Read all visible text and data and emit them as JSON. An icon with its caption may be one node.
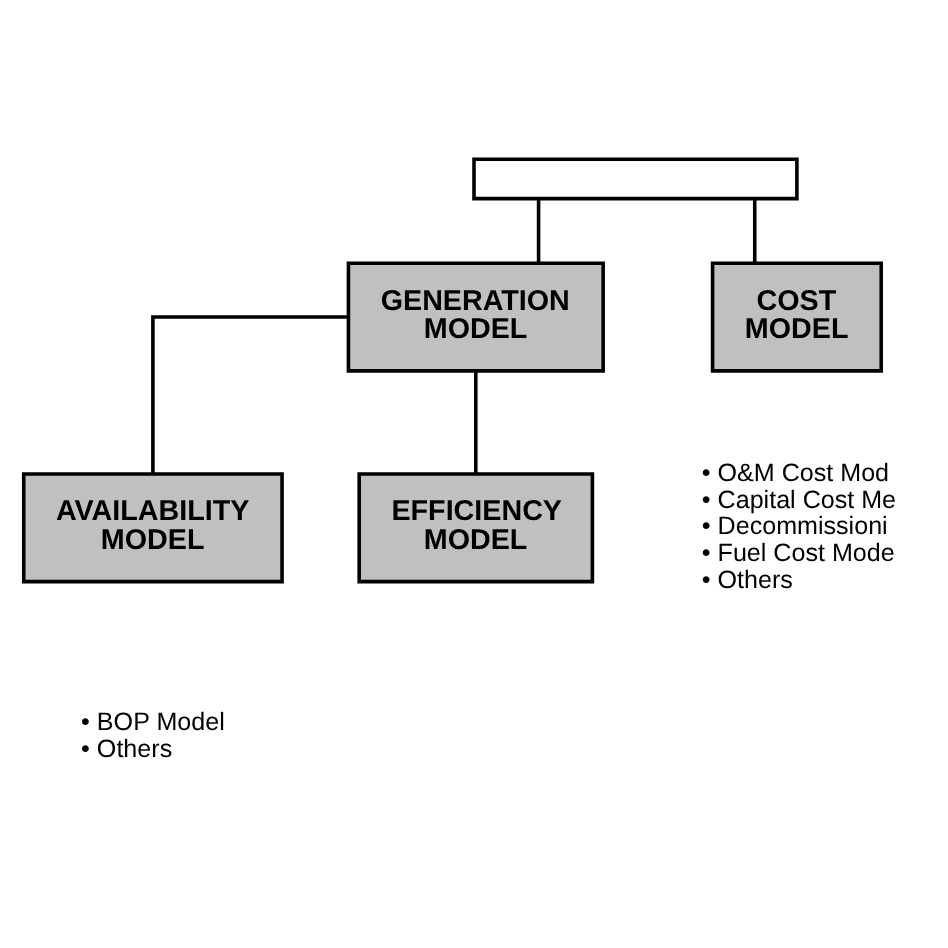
{
  "diagram": {
    "nodes": [
      {
        "text": [],
        "shape": "box"
      },
      {
        "text": [
          "GENERATION MODEL"
        ]
      },
      {
        "text": [
          "COST MODEL"
        ],
        "beside": [
          "• O&M Cost Mod",
          "• Capital Cost Me",
          "• Decommissioni",
          "• Fuel Cost Mode",
          "• Others"
        ]
      },
      {
        "text": [
          "AVAILABILITY MODEL"
        ],
        "beside": [
          "• BOP Model",
          "• Others"
        ]
      },
      {
        "text": [
          "EFFICIENCY MODEL"
        ]
      }
    ],
    "edges": [
      {
        "from": 0,
        "to": 1,
        "arrow": "none"
      },
      {
        "from": 0,
        "to": 2,
        "arrow": "none"
      },
      {
        "from": 1,
        "to": 3,
        "arrow": "none"
      },
      {
        "from": 1,
        "to": 4,
        "arrow": "none"
      }
    ]
  }
}
